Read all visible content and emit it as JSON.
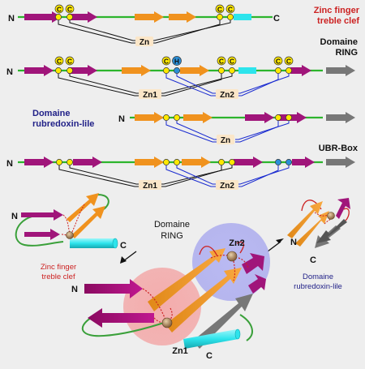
{
  "colors": {
    "background": "#eeeeee",
    "backbone": "#2db52d",
    "strand": "#f0921e",
    "helix_start": "#a0102a",
    "helix": "#a0157a",
    "helix_cyan": "#2de4ec",
    "gray_strand": "#777777",
    "zinc_ligand": "#ffe800",
    "histidine": "#2a8fd8",
    "pair_line_black": "#111111",
    "pair_line_blue": "#1a2bd0",
    "zn_label_box": "#fbe6c8",
    "zn_ion": "#b08a5a",
    "title_red": "#cc2222",
    "title_navy": "#222288",
    "ring_red": "#f4a0a0",
    "ring_blue": "#aaaaf0",
    "loop_green": "#3aa03a",
    "loop_red": "#cc2222"
  },
  "labels": {
    "n": "N",
    "c": "C",
    "cys": "C",
    "his": "H"
  },
  "rows": [
    {
      "title_line1": "Zinc finger",
      "title_line2": "treble clef",
      "zinc_site_labels": [
        "Zn"
      ]
    },
    {
      "title_line1": "Domaine",
      "title_line2": "RING",
      "zinc_site_labels": [
        "Zn1",
        "Zn2"
      ]
    },
    {
      "title_line1": "Domaine",
      "title_line2": "rubredoxin-lile",
      "zinc_site_labels": [
        "Zn"
      ]
    },
    {
      "title_line1": "UBR-Box",
      "title_line2": "",
      "zinc_site_labels": [
        "Zn1",
        "Zn2"
      ]
    }
  ],
  "structures": {
    "treble_clef": {
      "title_line1": "Zinc finger",
      "title_line2": "treble clef"
    },
    "ring": {
      "title_line1": "Domaine",
      "title_line2": "RING",
      "zn1": "Zn1",
      "zn2": "Zn2"
    },
    "rubredoxin": {
      "title_line1": "Domaine",
      "title_line2": "rubredoxin-lile"
    }
  }
}
